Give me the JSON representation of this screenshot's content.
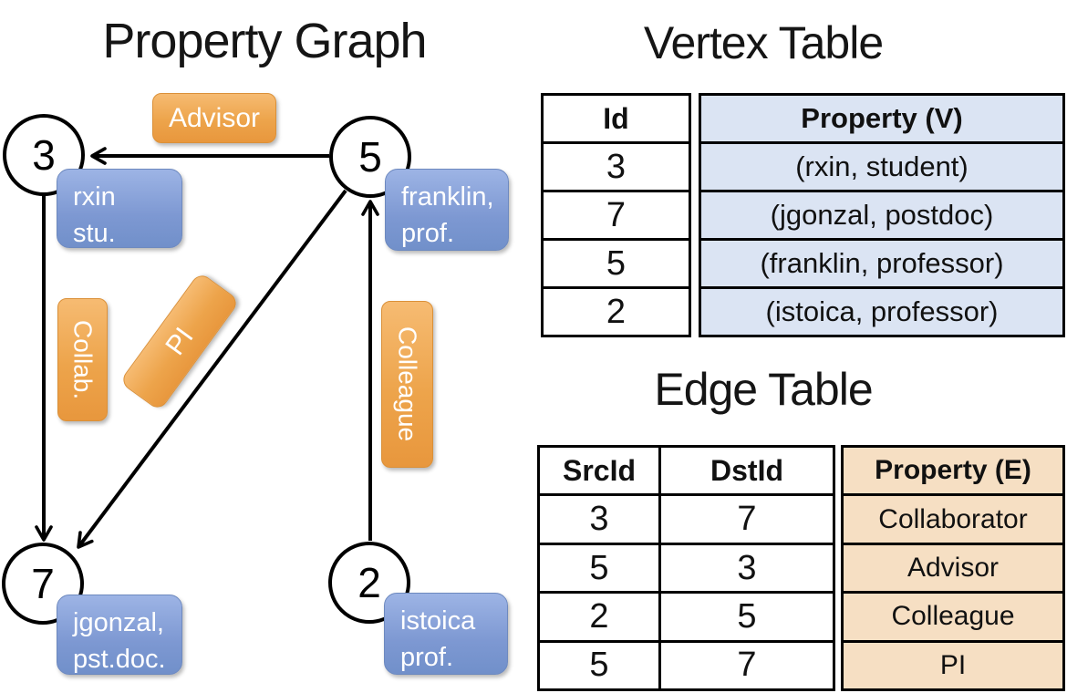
{
  "graph": {
    "title": "Property Graph",
    "nodes": [
      {
        "id": "3",
        "line1": "rxin",
        "line2": "stu."
      },
      {
        "id": "5",
        "line1": "franklin,",
        "line2": "prof."
      },
      {
        "id": "7",
        "line1": "jgonzal,",
        "line2": "pst.doc."
      },
      {
        "id": "2",
        "line1": "istoica",
        "line2": "prof."
      }
    ],
    "edges": [
      {
        "label": "Advisor",
        "from": "5",
        "to": "3"
      },
      {
        "label": "Collab.",
        "from": "3",
        "to": "7"
      },
      {
        "label": "PI",
        "from": "5",
        "to": "7"
      },
      {
        "label": "Colleague",
        "from": "2",
        "to": "5"
      }
    ]
  },
  "vertex_table": {
    "title": "Vertex Table",
    "col_id": "Id",
    "col_property": "Property (V)",
    "rows": [
      {
        "id": "3",
        "property": "(rxin, student)"
      },
      {
        "id": "7",
        "property": "(jgonzal, postdoc)"
      },
      {
        "id": "5",
        "property": "(franklin, professor)"
      },
      {
        "id": "2",
        "property": "(istoica, professor)"
      }
    ]
  },
  "edge_table": {
    "title": "Edge Table",
    "col_src": "SrcId",
    "col_dst": "DstId",
    "col_property": "Property (E)",
    "rows": [
      {
        "src": "3",
        "dst": "7",
        "property": "Collaborator"
      },
      {
        "src": "5",
        "dst": "3",
        "property": "Advisor"
      },
      {
        "src": "2",
        "dst": "5",
        "property": "Colleague"
      },
      {
        "src": "5",
        "dst": "7",
        "property": "PI"
      }
    ]
  },
  "colors": {
    "edge_label_orange": "#eda44b",
    "vertex_label_blue": "#7d98d2",
    "vertex_cell_blue": "#dbe4f3",
    "edge_cell_tan": "#f6dfc3",
    "line_black": "#000000"
  }
}
